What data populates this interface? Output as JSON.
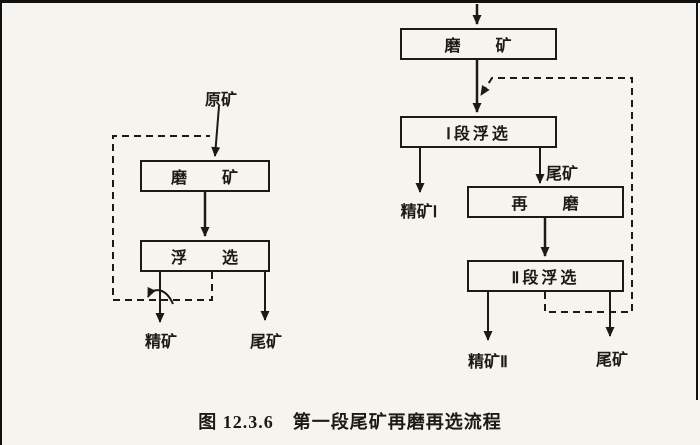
{
  "page": {
    "background_color": "#f6f4ef",
    "ink_color": "#1c1a17"
  },
  "caption": "图 12.3.6　第一段尾矿再磨再选流程",
  "left_flow": {
    "feed_label": "原矿",
    "grind_box": "磨　　矿",
    "flotation_box": "浮　　选",
    "concentrate_label": "精矿",
    "tailings_label": "尾矿"
  },
  "right_flow": {
    "grind_box": "磨　　矿",
    "stage1_box": "Ⅰ段浮选",
    "tailings_mid_label": "尾矿",
    "regrind_box": "再　　磨",
    "stage2_box": "Ⅱ段浮选",
    "concentrate1_label": "精矿Ⅰ",
    "concentrate2_label": "精矿Ⅱ",
    "tailings_final_label": "尾矿"
  }
}
